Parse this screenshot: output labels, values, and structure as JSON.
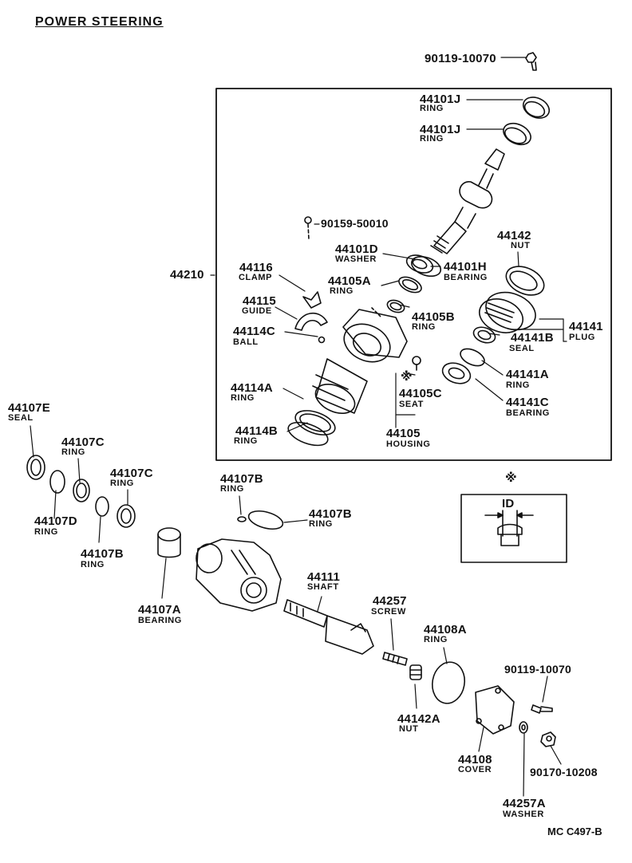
{
  "title": "POWER STEERING",
  "footer_code": "MC  C497-B",
  "detail_box": {
    "mark": "※",
    "label": "ID"
  },
  "parts": {
    "p90119_top": {
      "num": "90119-10070",
      "name": ""
    },
    "p44101J_1": {
      "num": "44101J",
      "name": "RING"
    },
    "p44101J_2": {
      "num": "44101J",
      "name": "RING"
    },
    "p90159": {
      "num": "90159-50010",
      "name": ""
    },
    "p44142": {
      "num": "44142",
      "name": "NUT"
    },
    "p44101D": {
      "num": "44101D",
      "name": "WASHER"
    },
    "p44101H": {
      "num": "44101H",
      "name": "BEARING"
    },
    "p44210": {
      "num": "44210",
      "name": ""
    },
    "p44116": {
      "num": "44116",
      "name": "CLAMP"
    },
    "p44105A": {
      "num": "44105A",
      "name": "RING"
    },
    "p44115": {
      "num": "44115",
      "name": "GUIDE"
    },
    "p44105B": {
      "num": "44105B",
      "name": "RING"
    },
    "p44141": {
      "num": "44141",
      "name": "PLUG"
    },
    "p44114C": {
      "num": "44114C",
      "name": "BALL"
    },
    "p44141B": {
      "num": "44141B",
      "name": "SEAL"
    },
    "p44141A": {
      "num": "44141A",
      "name": "RING"
    },
    "p44114A": {
      "num": "44114A",
      "name": "RING"
    },
    "p44105C": {
      "mark": "※",
      "num": "44105C",
      "name": "SEAT"
    },
    "p44141C": {
      "num": "44141C",
      "name": "BEARING"
    },
    "p44114B": {
      "num": "44114B",
      "name": "RING"
    },
    "p44105": {
      "num": "44105",
      "name": "HOUSING"
    },
    "p44107E": {
      "num": "44107E",
      "name": "SEAL"
    },
    "p44107C_1": {
      "num": "44107C",
      "name": "RING"
    },
    "p44107C_2": {
      "num": "44107C",
      "name": "RING"
    },
    "p44107D": {
      "num": "44107D",
      "name": "RING"
    },
    "p44107B_1": {
      "num": "44107B",
      "name": "RING"
    },
    "p44107B_2": {
      "num": "44107B",
      "name": "RING"
    },
    "p44107B_3": {
      "num": "44107B",
      "name": "RING"
    },
    "p44107A": {
      "num": "44107A",
      "name": "BEARING"
    },
    "p44111": {
      "num": "44111",
      "name": "SHAFT"
    },
    "p44257": {
      "num": "44257",
      "name": "SCREW"
    },
    "p44108A": {
      "num": "44108A",
      "name": "RING"
    },
    "p90119_bot": {
      "num": "90119-10070",
      "name": ""
    },
    "p44142A": {
      "num": "44142A",
      "name": "NUT"
    },
    "p44108": {
      "num": "44108",
      "name": "COVER"
    },
    "p90170": {
      "num": "90170-10208",
      "name": ""
    },
    "p44257A": {
      "num": "44257A",
      "name": "WASHER"
    }
  }
}
